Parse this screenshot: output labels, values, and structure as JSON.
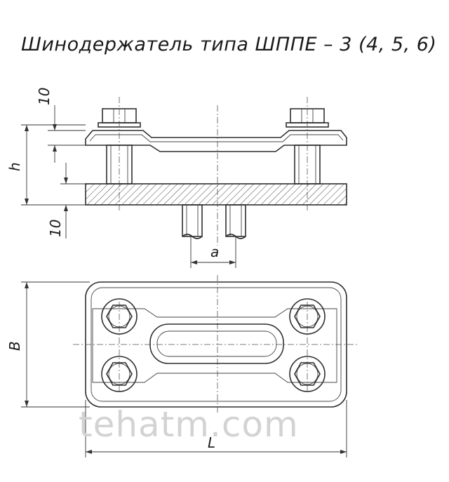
{
  "title": "Шинодержатель типа ШППЕ – 3 (4, 5, 6)",
  "dimensions": {
    "top_thickness": "10",
    "height": "h",
    "bottom_thickness": "10",
    "gap": "a",
    "width": "B",
    "length": "L"
  },
  "watermark": "tehatm.com"
}
